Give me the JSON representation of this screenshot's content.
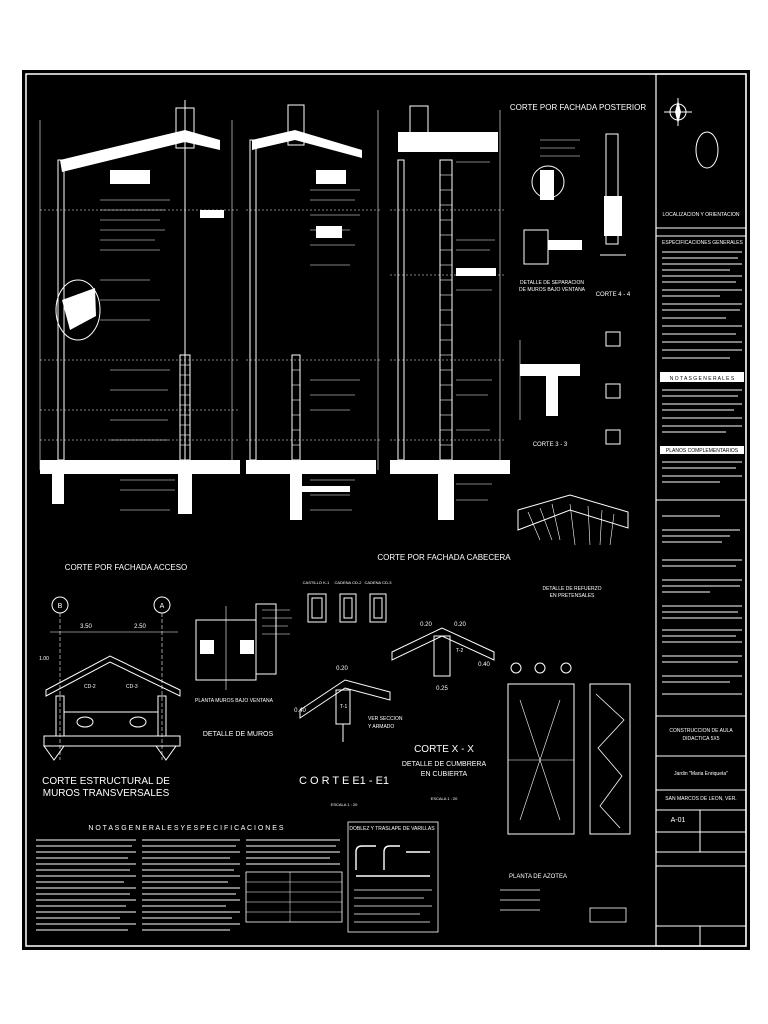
{
  "titles": {
    "corte_posterior": "CORTE POR FACHADA POSTERIOR",
    "corte_acceso": "CORTE POR FACHADA ACCESO",
    "corte_cabecera": "CORTE POR FACHADA CABECERA",
    "detalle_separacion": "DETALLE DE SEPARACION DE MUROS BAJO VENTANA",
    "corte_4_4": "CORTE 4 - 4",
    "corte_3_3": "CORTE 3 - 3",
    "detalle_refuerzo": "DETALLE DE REFUERZO EN PRETENSALES",
    "castillos": [
      "CASTILLO K-1",
      "CADENA CD-2",
      "CADENA CD-3"
    ],
    "corte_estructural": "CORTE ESTRUCTURAL DE MUROS TRANSVERSALES",
    "planta_muros": "PLANTA MUROS BAJO VENTANA",
    "detalle_muros": "DETALLE DE MUROS",
    "corte_e1": "C O R T E  E1 - E1",
    "corte_xx": "CORTE X - X",
    "detalle_cumbrera": "DETALLE DE CUMBRERA EN CUBIERTA",
    "escala": "ESCALA 1 : 20",
    "ver_seccion": "VER SECCION Y ARMADO",
    "notas_generales": "N O T A S   G E N E R A L E S   Y   E S P E C I F I C A C I O N E S",
    "doblez": "DOBLEZ Y TRASLAPE DE VARILLAS",
    "planta_azotea": "PLANTA DE AZOTEA"
  },
  "dims": {
    "axis_b": "B",
    "axis_a": "A",
    "d_350": "3.50",
    "d_250": "2.50",
    "d_020a": "0.20",
    "d_020b": "0.20",
    "d_020c": "0.20",
    "d_025": "0.25",
    "d_040a": "0.40",
    "d_040b": "0.40",
    "d_100": "1.00",
    "t1": "T-1",
    "t2": "T-2",
    "cd2": "CD-2",
    "cd3": "CD-3"
  },
  "title_block": {
    "localizacion": "LOCALIZACION Y ORIENTACION",
    "especificaciones": "ESPECIFICACIONES GENERALES",
    "notas": "N O T A S   G E N E R A L E S",
    "planos": "PLANOS COMPLEMENTARIOS",
    "proyecto": "CONSTRUCCION DE AULA DIDACTICA 5X5",
    "escuela": "Jardin \"Maria Enriqueta\"",
    "ubicacion": "SAN MARCOS DE LEON, VER.",
    "plano_num": "A-01"
  }
}
